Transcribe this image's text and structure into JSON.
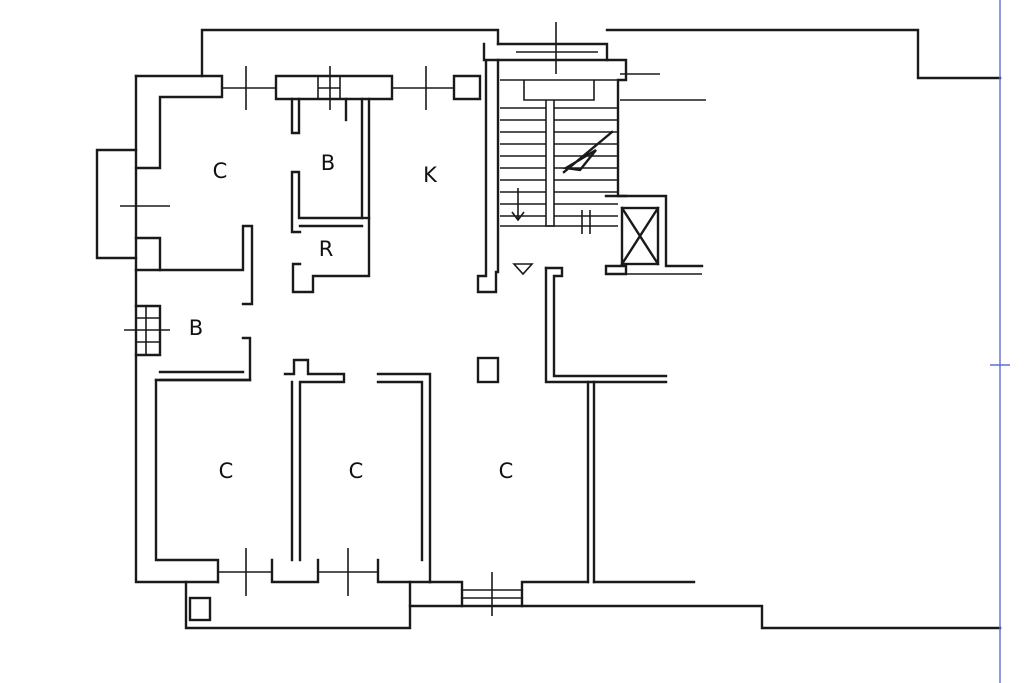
{
  "plan": {
    "rooms": [
      {
        "id": "bedroom-top-left",
        "label": "C"
      },
      {
        "id": "bath-top",
        "label": "B"
      },
      {
        "id": "kitchen",
        "label": "K"
      },
      {
        "id": "storage",
        "label": "R"
      },
      {
        "id": "bath-left",
        "label": "B"
      },
      {
        "id": "bedroom-bottom-1",
        "label": "C"
      },
      {
        "id": "bedroom-bottom-2",
        "label": "C"
      },
      {
        "id": "bedroom-bottom-3",
        "label": "C"
      }
    ],
    "colors": {
      "walls": "#1a1a1a",
      "guide": "#5b6fd6",
      "background": "#ffffff"
    }
  }
}
